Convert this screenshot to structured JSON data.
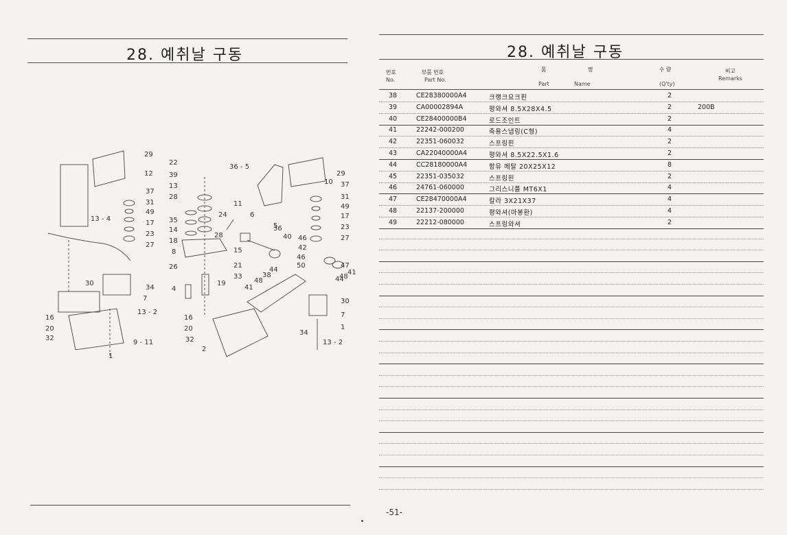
{
  "left_page": {
    "title": "28.  예취날 구동"
  },
  "right_page": {
    "title": "28.  예취날 구동",
    "page_number": "-51-",
    "table": {
      "headers": {
        "no_ko": "번호",
        "no_en": "No.",
        "part_ko": "부품 번호",
        "part_en": "Part  No.",
        "name_ko_1": "품",
        "name_ko_2": "명",
        "name_part": "Part",
        "name_en": "Name",
        "qty_ko": "수  량",
        "qty_en": "(Q'ty)",
        "remarks_ko": "비고",
        "remarks_en": "Remarks"
      },
      "rows": [
        {
          "no": "38",
          "part": "CE28380000A4",
          "name": "크랭크요크핀",
          "qty": "2",
          "remarks": ""
        },
        {
          "no": "39",
          "part": "CA00002894A",
          "name": "평와셔 8.5X28X4.5",
          "qty": "2",
          "remarks": "200B"
        },
        {
          "no": "40",
          "part": "CE28400000B4",
          "name": "로드조인트",
          "qty": "2",
          "remarks": ""
        },
        {
          "no": "41",
          "part": "22242-000200",
          "name": "축용스냅링(C형)",
          "qty": "4",
          "remarks": ""
        },
        {
          "no": "42",
          "part": "22351-060032",
          "name": "스프링핀",
          "qty": "2",
          "remarks": ""
        },
        {
          "no": "43",
          "part": "CA22040000A4",
          "name": "평와셔 8.5X22.5X1.6",
          "qty": "2",
          "remarks": ""
        },
        {
          "no": "44",
          "part": "CC28180000A4",
          "name": "함유 메탈 20X25X12",
          "qty": "8",
          "remarks": ""
        },
        {
          "no": "45",
          "part": "22351-035032",
          "name": "스프링핀",
          "qty": "2",
          "remarks": ""
        },
        {
          "no": "46",
          "part": "24761-060000",
          "name": "그리스니플 MT6X1",
          "qty": "4",
          "remarks": ""
        },
        {
          "no": "47",
          "part": "CE28470000A4",
          "name": "칼라 3X21X37",
          "qty": "4",
          "remarks": ""
        },
        {
          "no": "48",
          "part": "22137-200000",
          "name": "평와셔(마봉환)",
          "qty": "4",
          "remarks": ""
        },
        {
          "no": "49",
          "part": "22212-080000",
          "name": "스프링와셔",
          "qty": "2",
          "remarks": ""
        }
      ]
    }
  },
  "diagram": {
    "callouts_left": [
      "29",
      "12",
      "37",
      "31",
      "49",
      "17",
      "23",
      "27",
      "13 - 4",
      "30",
      "34",
      "7",
      "13 - 2",
      "16",
      "20",
      "32",
      "9 - 11",
      "1"
    ],
    "callouts_mid": [
      "22",
      "39",
      "13",
      "28",
      "35",
      "14",
      "18",
      "8",
      "26",
      "4",
      "24",
      "11",
      "6",
      "28",
      "15",
      "21",
      "33",
      "19",
      "16",
      "20",
      "32",
      "2",
      "5",
      "36",
      "40",
      "46",
      "42",
      "38",
      "44",
      "41",
      "48"
    ],
    "callouts_right": [
      "36 - 5",
      "29",
      "10",
      "37",
      "31",
      "49",
      "17",
      "23",
      "27",
      "46",
      "50",
      "47",
      "44",
      "48",
      "41",
      "30",
      "7",
      "1",
      "34",
      "13 - 2"
    ]
  }
}
